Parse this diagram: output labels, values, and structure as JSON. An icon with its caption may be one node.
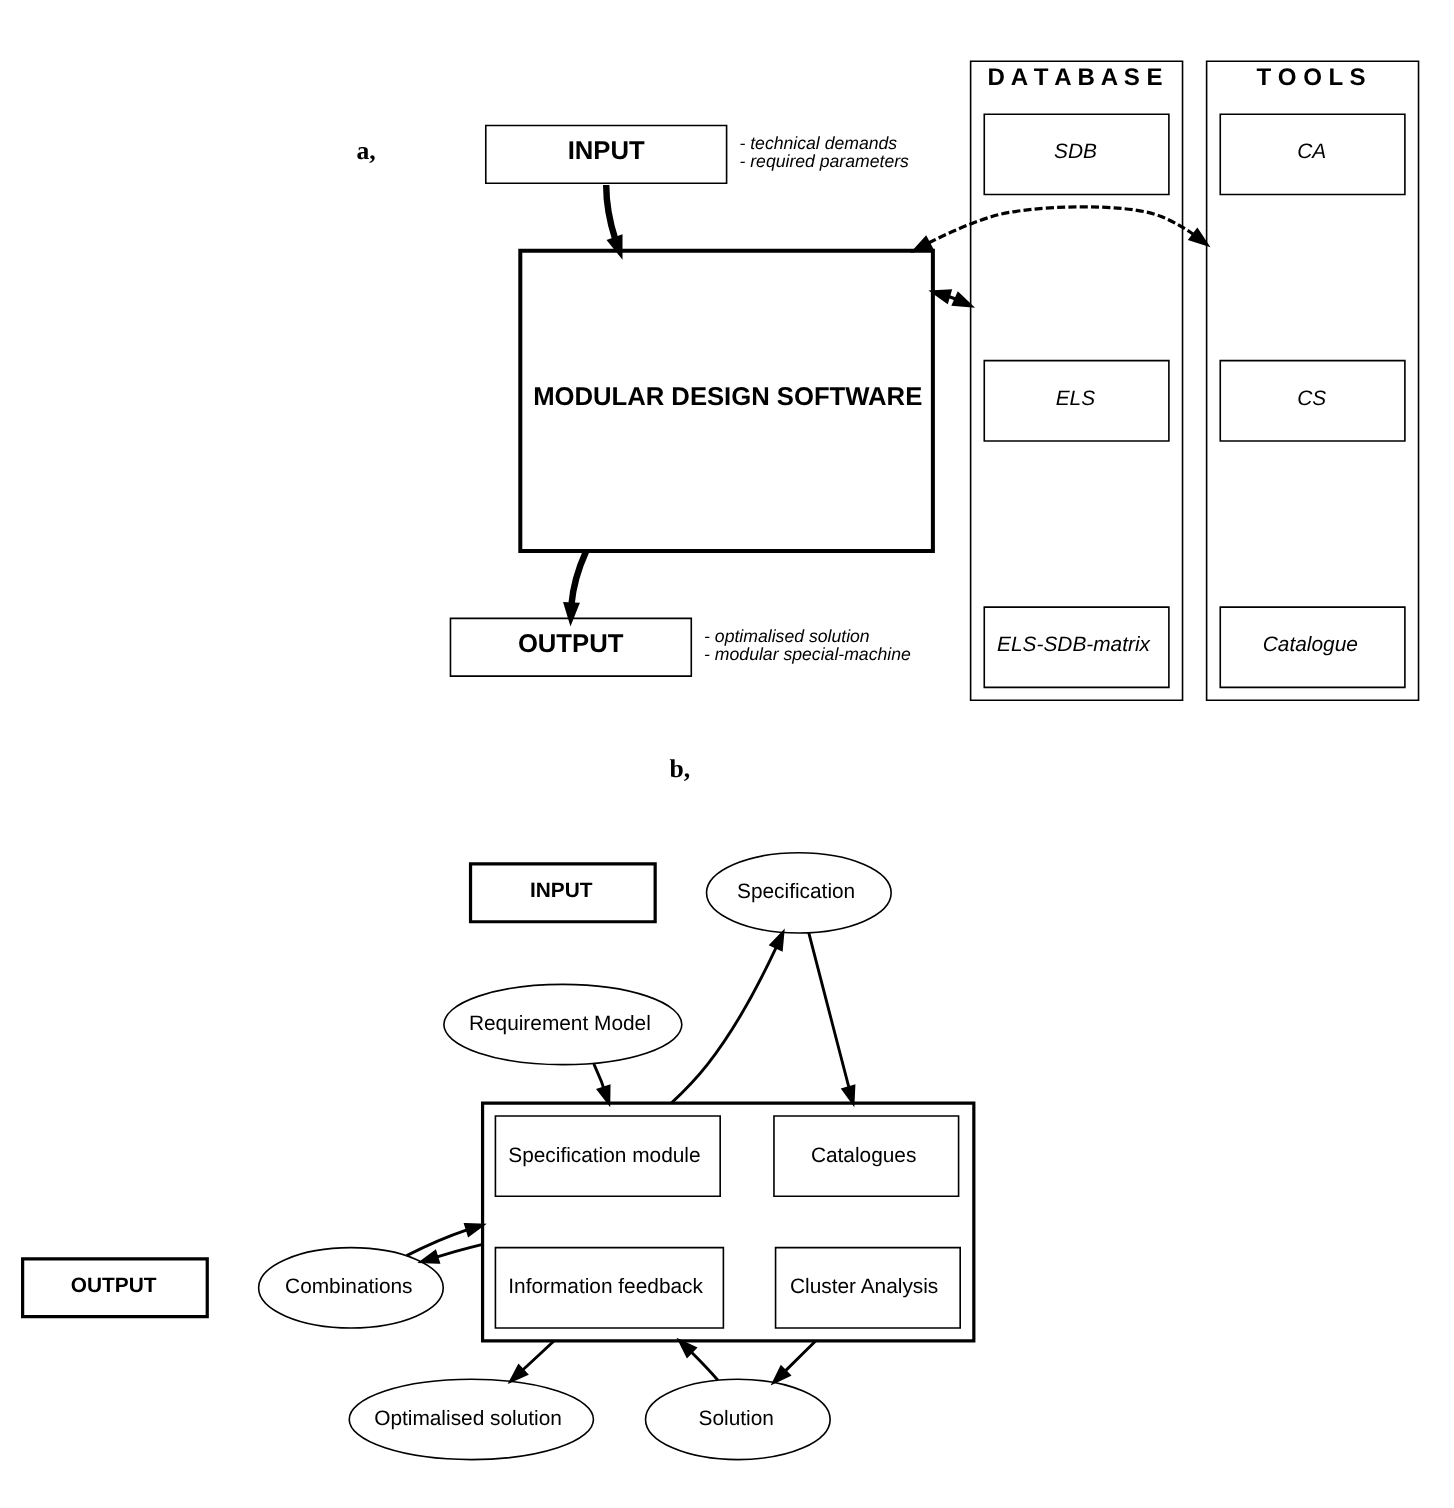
{
  "diagram": {
    "nodes": [
      {
        "text": [
          "INPUT"
        ],
        "beside": [
          "- technical demands",
          "- required parameters"
        ]
      },
      {
        "text": [
          "D A T A B A S E"
        ]
      },
      {
        "text": [
          "SDB"
        ],
        "in": 1
      },
      {
        "text": [
          "ELS"
        ],
        "in": 1
      },
      {
        "text": [
          "ELS-SDB-matrix"
        ],
        "in": 1
      },
      {
        "text": [
          "MODULAR DESIGN SOFTWARE"
        ]
      },
      {
        "text": [
          "T O O L S"
        ]
      },
      {
        "text": [
          "CA"
        ],
        "in": 6
      },
      {
        "text": [
          "CS"
        ],
        "in": 6
      },
      {
        "text": [
          "Catalogue"
        ],
        "in": 6
      },
      {
        "text": [
          "OUTPUT"
        ],
        "beside": [
          "- optimalised solution",
          "- modular special-machine"
        ]
      },
      {
        "text": [
          "INPUT"
        ]
      },
      {
        "text": [
          "Requirement Model"
        ]
      },
      {
        "text": [
          "OUTPUT"
        ]
      },
      {
        "text": [
          "Optimalised solution"
        ]
      },
      {
        "text": [
          "Specification"
        ]
      },
      {
        "text": [],
        "shape": "box"
      },
      {
        "text": [
          "Specification module"
        ],
        "in": 16
      },
      {
        "text": [
          "Catalogues"
        ],
        "in": 16
      },
      {
        "text": [
          "Information feedback"
        ],
        "in": 16
      },
      {
        "text": [
          "Cluster Analysis"
        ],
        "in": 16
      },
      {
        "text": [
          "Combinations"
        ]
      },
      {
        "text": [
          "Solution"
        ]
      }
    ],
    "edges": [
      {
        "from": 0,
        "to": 5,
        "arrow": "to",
        "style": "thick"
      },
      {
        "from": 1,
        "to": 5,
        "arrow": "both",
        "style": "dashed"
      },
      {
        "from": 5,
        "to": 6,
        "arrow": "both",
        "style": "dashed"
      },
      {
        "from": 5,
        "to": 10,
        "arrow": "to",
        "style": "thick"
      },
      {
        "from": 12,
        "to": 16,
        "arrow": "to"
      },
      {
        "from": 16,
        "to": 15,
        "arrow": "to"
      },
      {
        "from": 15,
        "to": 16,
        "arrow": "to"
      },
      {
        "from": 16,
        "to": 21,
        "arrow": "to"
      },
      {
        "from": 21,
        "to": 16,
        "arrow": "to"
      },
      {
        "from": 16,
        "to": 22,
        "arrow": "to"
      },
      {
        "from": 22,
        "to": 16,
        "arrow": "to"
      },
      {
        "from": 16,
        "to": 14,
        "arrow": "to"
      }
    ],
    "labels": [
      "a,",
      "b,"
    ]
  }
}
